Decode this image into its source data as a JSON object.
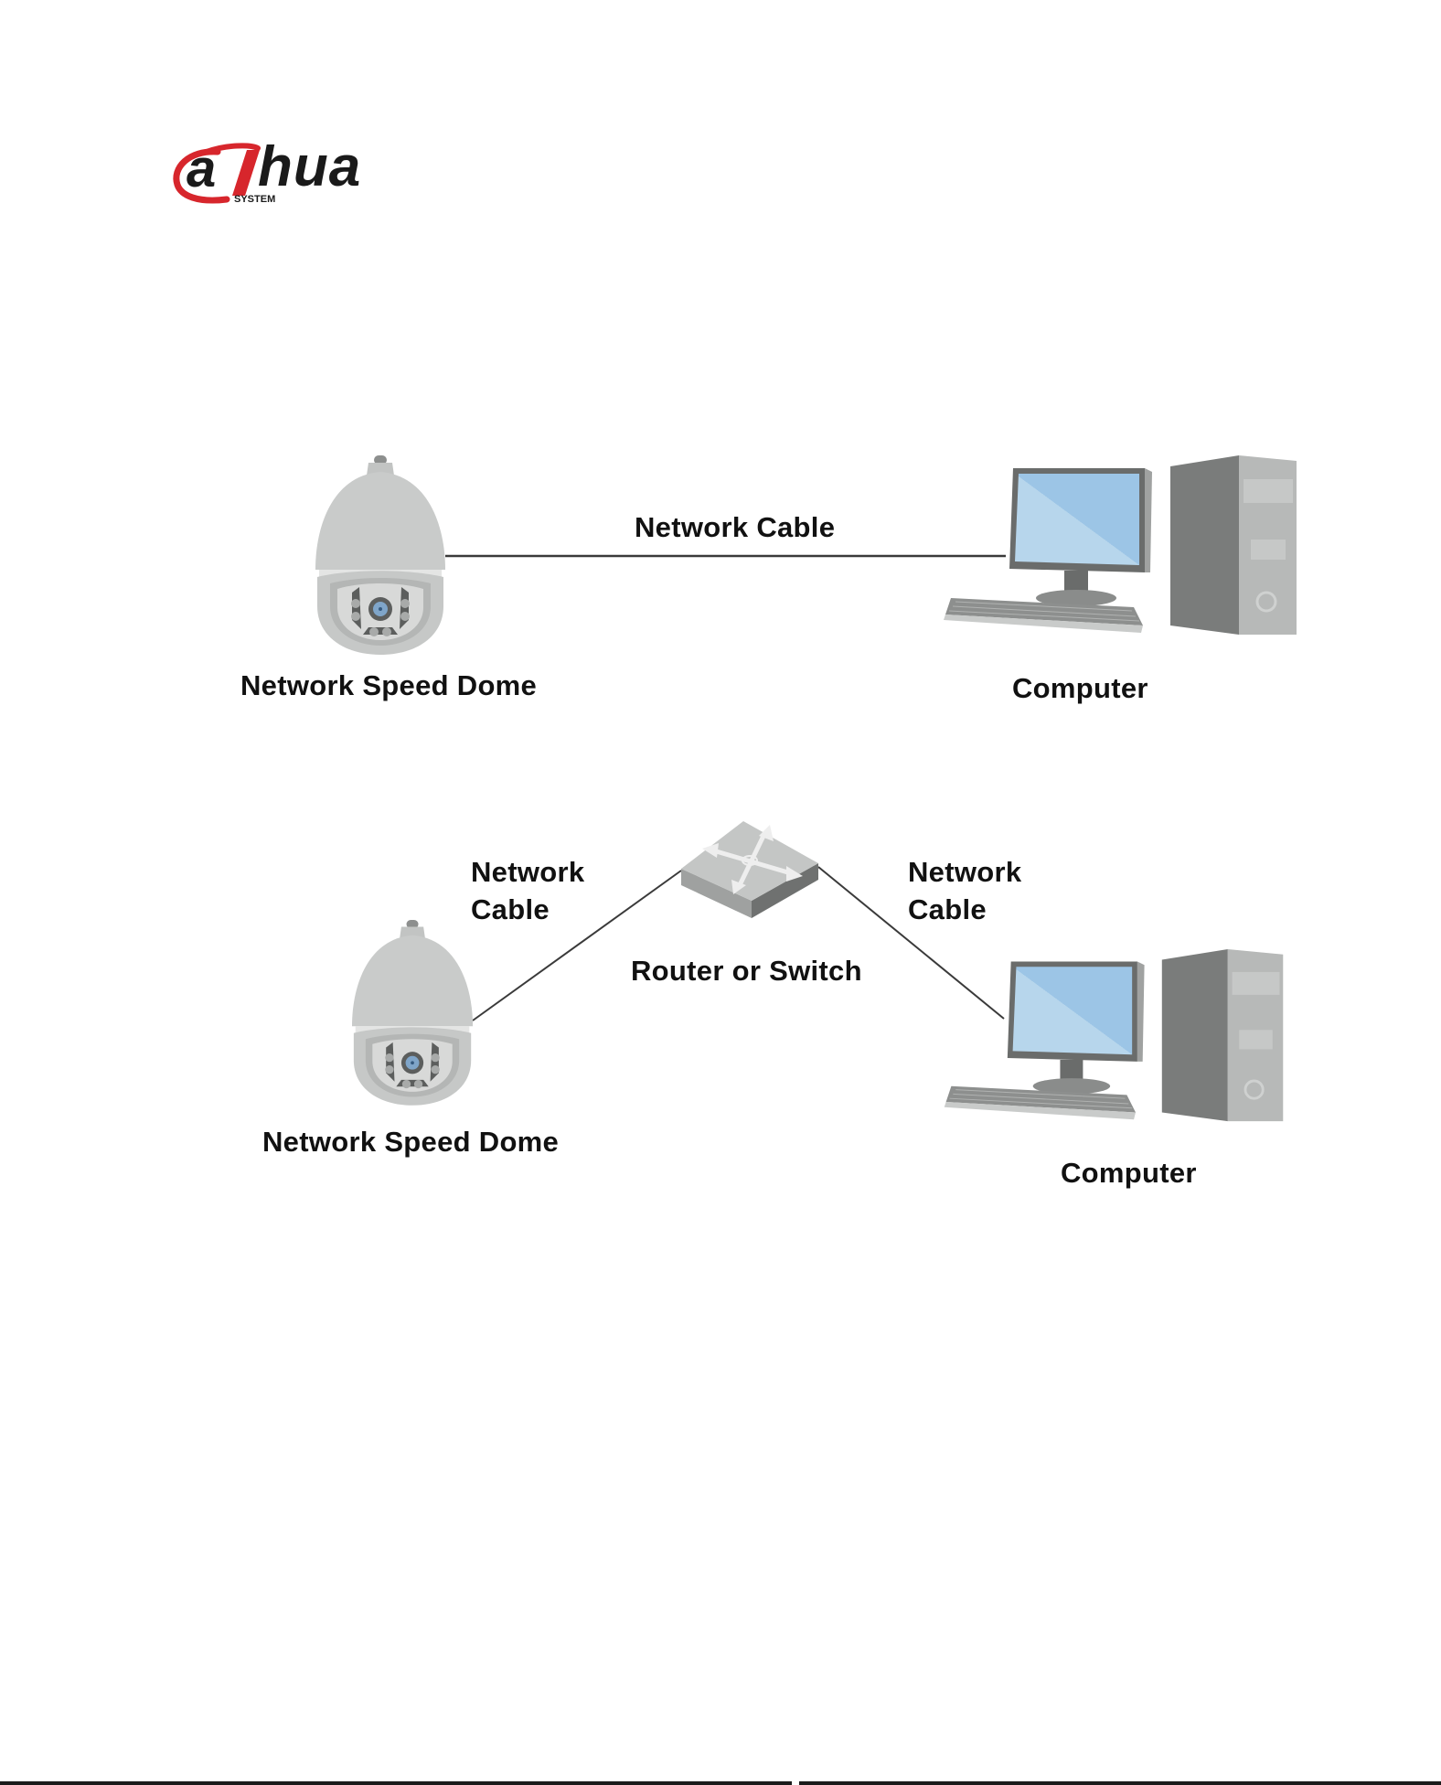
{
  "logo": {
    "brand": "alhua",
    "brand_prefix": "a",
    "brand_suffix": "hua",
    "tagline": "SYSTEM",
    "colors": {
      "red": "#d7262c",
      "dark": "#1a1a1a"
    }
  },
  "diagrams": [
    {
      "name": "direct-connection",
      "nodes": [
        {
          "id": "dome",
          "label": "Network Speed Dome",
          "icon": "speed-dome-camera-icon"
        },
        {
          "id": "computer",
          "label": "Computer",
          "icon": "desktop-computer-icon"
        }
      ],
      "links": [
        {
          "from": "dome",
          "to": "computer",
          "label": "Network Cable"
        }
      ]
    },
    {
      "name": "switch-connection",
      "nodes": [
        {
          "id": "dome",
          "label": "Network Speed Dome",
          "icon": "speed-dome-camera-icon"
        },
        {
          "id": "router",
          "label": "Router or Switch",
          "icon": "router-switch-icon"
        },
        {
          "id": "computer",
          "label": "Computer",
          "icon": "desktop-computer-icon"
        }
      ],
      "links": [
        {
          "from": "dome",
          "to": "router",
          "label": "Network\nCable"
        },
        {
          "from": "router",
          "to": "computer",
          "label": "Network\nCable"
        }
      ]
    }
  ],
  "colors": {
    "cable": "#3a3a3a",
    "device_light": "#c9cbca",
    "device_mid": "#a9abaa",
    "device_dark": "#6f7170",
    "screen_light": "#b7d6ec",
    "screen_dark": "#9cc5e6",
    "lens": "#7fa5c9"
  }
}
